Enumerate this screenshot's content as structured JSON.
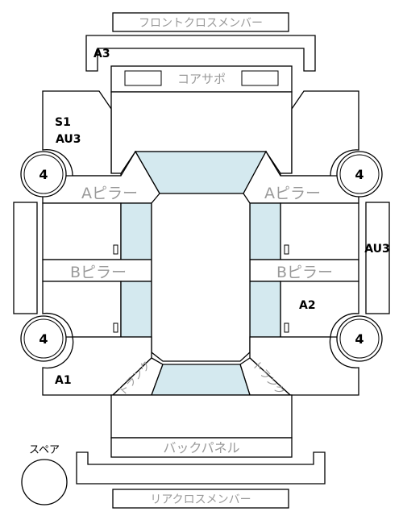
{
  "labels": {
    "front_cross_member": "フロントクロスメンバー",
    "core_support": "コアサポ",
    "a_pillar_left": "Aピラー",
    "a_pillar_right": "Aピラー",
    "b_pillar_left": "Bピラー",
    "b_pillar_right": "Bピラー",
    "back_panel": "バックパネル",
    "rear_cross_member": "リアクロスメンバー",
    "spare": "スペア",
    "trunk_left": "トランク",
    "trunk_right": "トランク"
  },
  "marks": {
    "a3": "A3",
    "s1": "S1",
    "au3_left": "AU3",
    "au3_right": "AU3",
    "a2": "A2",
    "a1": "A1"
  },
  "tires": {
    "front_left": "4",
    "front_right": "4",
    "rear_left": "4",
    "rear_right": "4"
  },
  "colors": {
    "glass": "#d4e9ef",
    "label_gray": "#9a9a9a",
    "line": "#000000"
  }
}
